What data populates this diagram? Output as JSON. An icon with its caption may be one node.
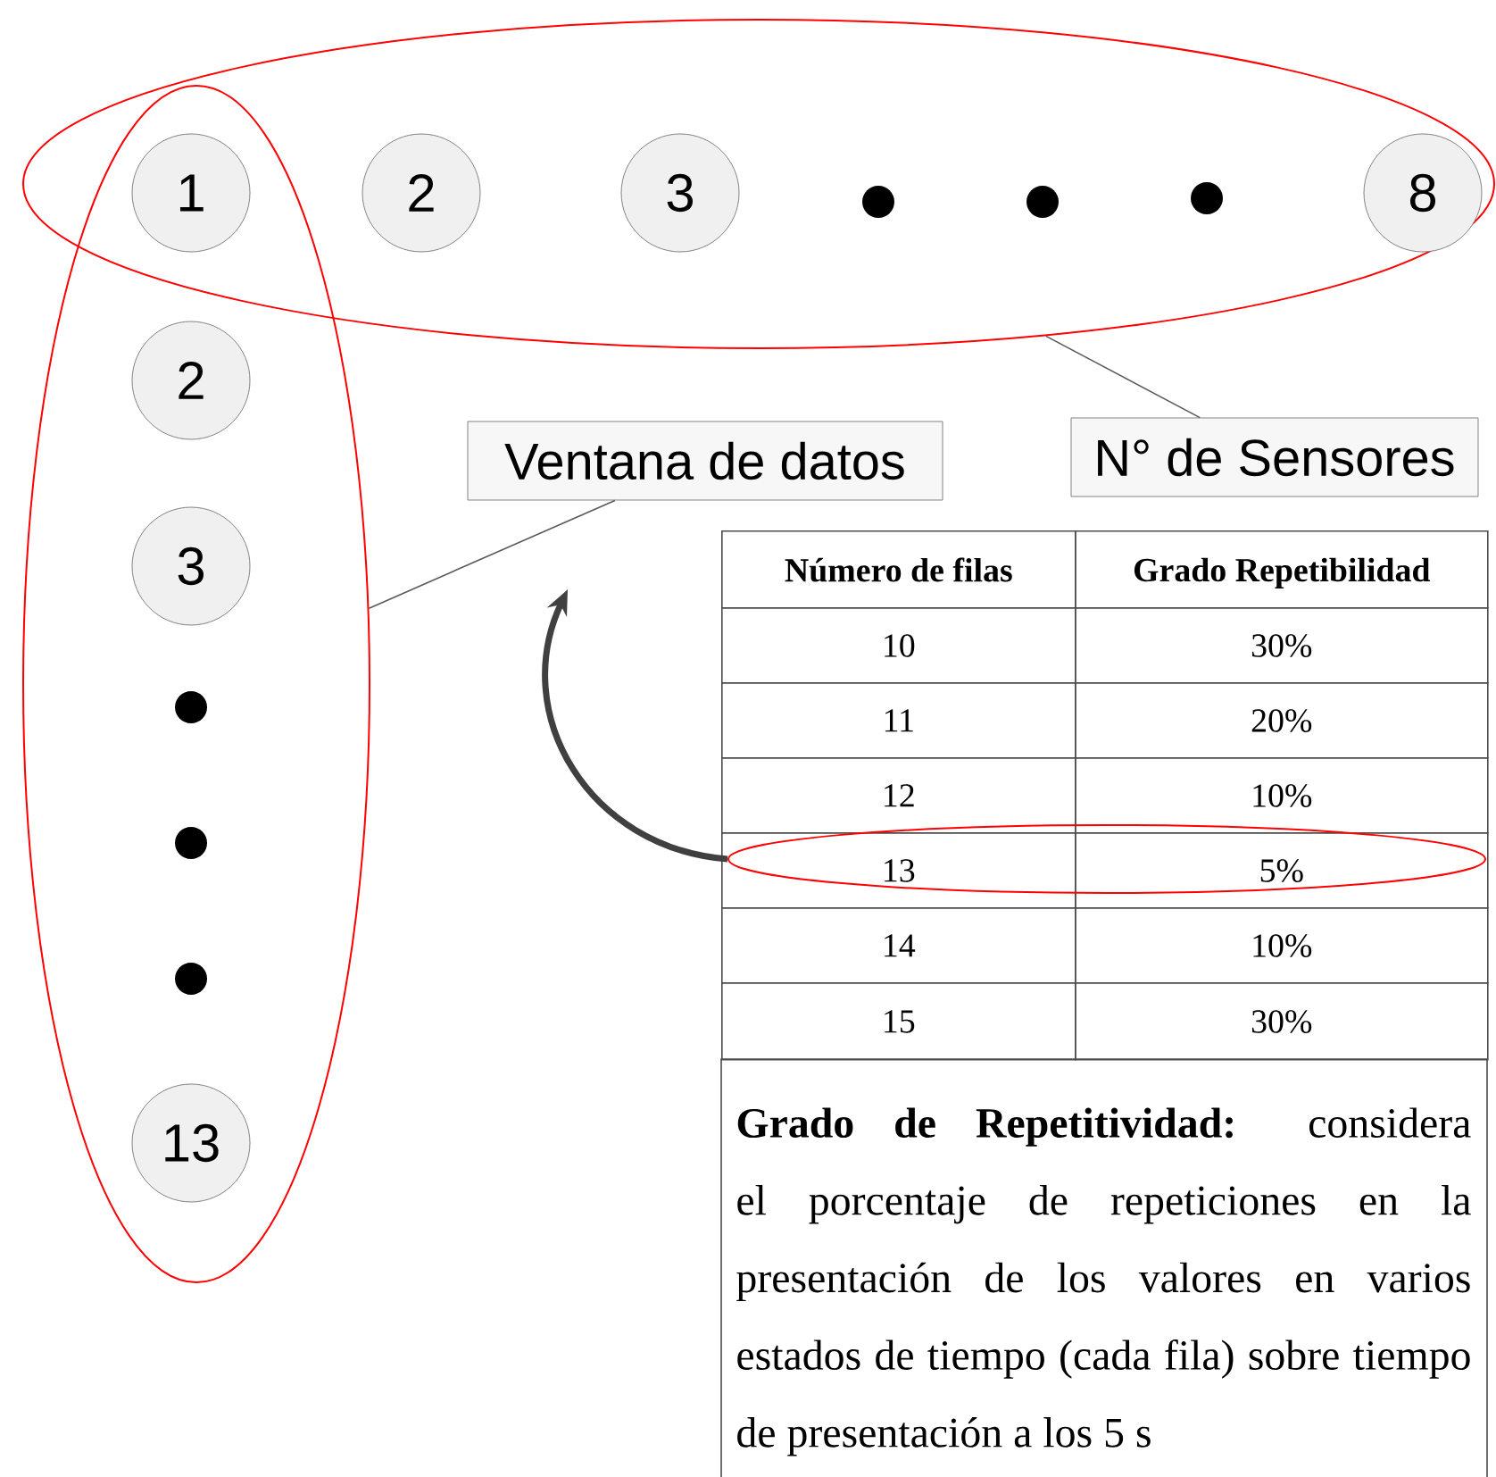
{
  "diagram": {
    "nodes": [
      {
        "text": [],
        "shape": "ellipse"
      },
      {
        "text": [
          "1"
        ]
      },
      {
        "text": [
          "2"
        ],
        "in": 0
      },
      {
        "text": [
          "3"
        ],
        "in": 0
      },
      {
        "text": [],
        "shape": "dot",
        "in": 0
      },
      {
        "text": [],
        "shape": "dot",
        "in": 0
      },
      {
        "text": [],
        "shape": "dot",
        "in": 0
      },
      {
        "text": [
          "8"
        ],
        "in": 0
      },
      {
        "text": [],
        "shape": "ellipse"
      },
      {
        "text": [
          "2"
        ],
        "in": 8
      },
      {
        "text": [
          "3"
        ],
        "in": 8
      },
      {
        "text": [],
        "shape": "dot",
        "in": 8
      },
      {
        "text": [],
        "shape": "dot",
        "in": 8
      },
      {
        "text": [],
        "shape": "dot",
        "in": 8
      },
      {
        "text": [
          "13"
        ],
        "in": 8
      },
      {
        "text": [
          "Ventana de datos"
        ]
      },
      {
        "text": [
          "N° de Sensores"
        ]
      },
      {
        "text": [],
        "shape": "ellipse"
      }
    ],
    "edges": [
      {
        "from": 15,
        "to": 8,
        "arrow": "none"
      },
      {
        "from": 16,
        "to": 0,
        "arrow": "none"
      },
      {
        "from": 17,
        "to": null,
        "arrow": "to",
        "style": "thick"
      }
    ],
    "labels": [
      "Número de filas",
      "Grado Repetibilidad",
      "10",
      "30%",
      "11",
      "20%",
      "12",
      "10%",
      "13",
      "5%",
      "14",
      "10%",
      "15",
      "30%",
      "**Grado de Repetitividad:** considera el porcentaje de repeticiones en la presentación de los valores en varios estados de tiempo (cada fila) sobre tiempo de presentación a los 5 s"
    ]
  }
}
